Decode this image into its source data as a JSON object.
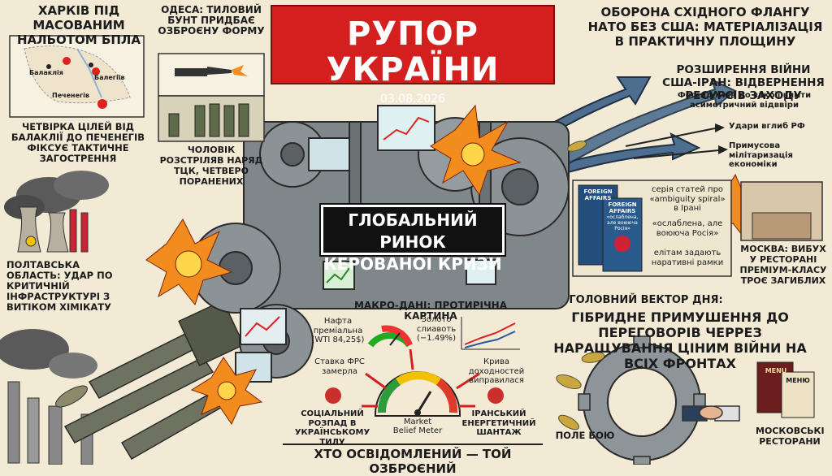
{
  "masthead": {
    "title": "РУПОР УКРАЇНИ",
    "date": "03.08.2026"
  },
  "kharkiv": {
    "headline": "ХАРКІВ ПІД МАСОВАНИМ НАЛЬОТОМ БПЛА",
    "map_labels": [
      "Балаклія",
      "Балегіїв",
      "Печенегів"
    ],
    "caption": "ЧЕТВІРКА ЦІЛЕЙ ВІД БАЛАКЛІЇ ДО ПЕЧЕНЕГІВ ФІКСУЄ ТАКТИЧНЕ ЗАГОСТРЕННЯ"
  },
  "odesa": {
    "headline": "ОДЕСА: ТИЛОВИЙ БУНТ ПРИДБАЄ ОЗБРОЄНУ ФОРМУ",
    "caption": "ЧОЛОВІК РОЗСТРІЛЯВ НАРЯД ТЦК, ЧЕТВЕРО ПОРАНЕНИХ"
  },
  "poltava": {
    "caption": "ПОЛТАВСЬКА ОБЛАСТЬ: УДАР ПО КРИТИЧНІЙ ІНФРАСТРУКТУРІ З ВИТІКОМ ХІМІКАТУ"
  },
  "center": {
    "line1": "ГЛОБАЛЬНИЙ РИНОК",
    "line2": "КЕРОВАНОЇ КРИЗИ"
  },
  "nato": {
    "headline": "ОБОРОНА СХІДНОГО ФЛАНГУ НАТО БЕЗ США: МАТЕРІАЛІЗАЦІЯ В ПРАКТИЧНУ ПЛОЩИНУ"
  },
  "usiran": {
    "headline": "РОЗШИРЕННЯ ВІЙНИ США-ІРАН: ВІДВЕРНЕННЯ РЕСУРСІВ ЗАХОДУ",
    "sub": "Фогсид Київ до закоїі вимти асиметричний відввіри",
    "branch1": "Удари вглиб РФ",
    "branch2": "Примусова мілітаризація економіки"
  },
  "foreign_affairs": {
    "mag_title": "FOREIGN AFFAIRS",
    "cover_text": "«ослаблена, але воююча Росія»",
    "text1": "серія статей про «ambiguity spiral» в Ірані",
    "text2": "«ослаблена, але воююча Росія»",
    "text3": "елітам задають наративні рамки"
  },
  "moscow": {
    "caption": "МОСКВА: ВИБУХ У РЕСТОРАНІ ПРЕМІУМ-КЛАСУ ТРОЄ ЗАГИБЛИХ"
  },
  "macro": {
    "title": "МАКРО-ДАНІ: ПРОТИРІЧНА КАРТИНА",
    "oil": "Нафта преміальна (WTI 84,25$)",
    "gold": "Золото слиавоть (−1.49%)",
    "fed": "Ставка ФРС замерла",
    "curve": "Крива доходностей виправилася",
    "social": "СОЦІАЛЬНИЙ РОЗПАД В УКРАЇНСЬКОМУ ТИЛУ",
    "iran": "ІРАНСЬКИЙ ЕНЕРГЕТИЧНИЙ ШАНТАЖ",
    "meter_line1": "Market",
    "meter_line2": "Belief Meter"
  },
  "main_vector": {
    "label": "ГОЛОВНИЙ ВЕКТОР ДНЯ:",
    "text": "ГІБРИДНЕ ПРИМУШЕННЯ ДО ПЕРЕГОВОРІВ ЧЕРРЕЗ НАРАЩУВАННЯ ЦІНИМ ВІЙНИ НА ВСІХ ФРОНТАХ"
  },
  "battlefield": "ПОЛЕ БОЮ",
  "restaurants": {
    "caption": "МОСКОВСЬКІ РЕСТОРАНИ",
    "menu": "MENU",
    "menu_ua": "МЕНЮ"
  },
  "bottom": "ХТО ОСВІДОМЛЕНИЙ — ТОЙ ОЗБРОЄНИЙ",
  "colors": {
    "red": "#d41f1f",
    "blue": "#3b5a78",
    "paper": "#f3ead6",
    "fire": "#f28c1e"
  }
}
